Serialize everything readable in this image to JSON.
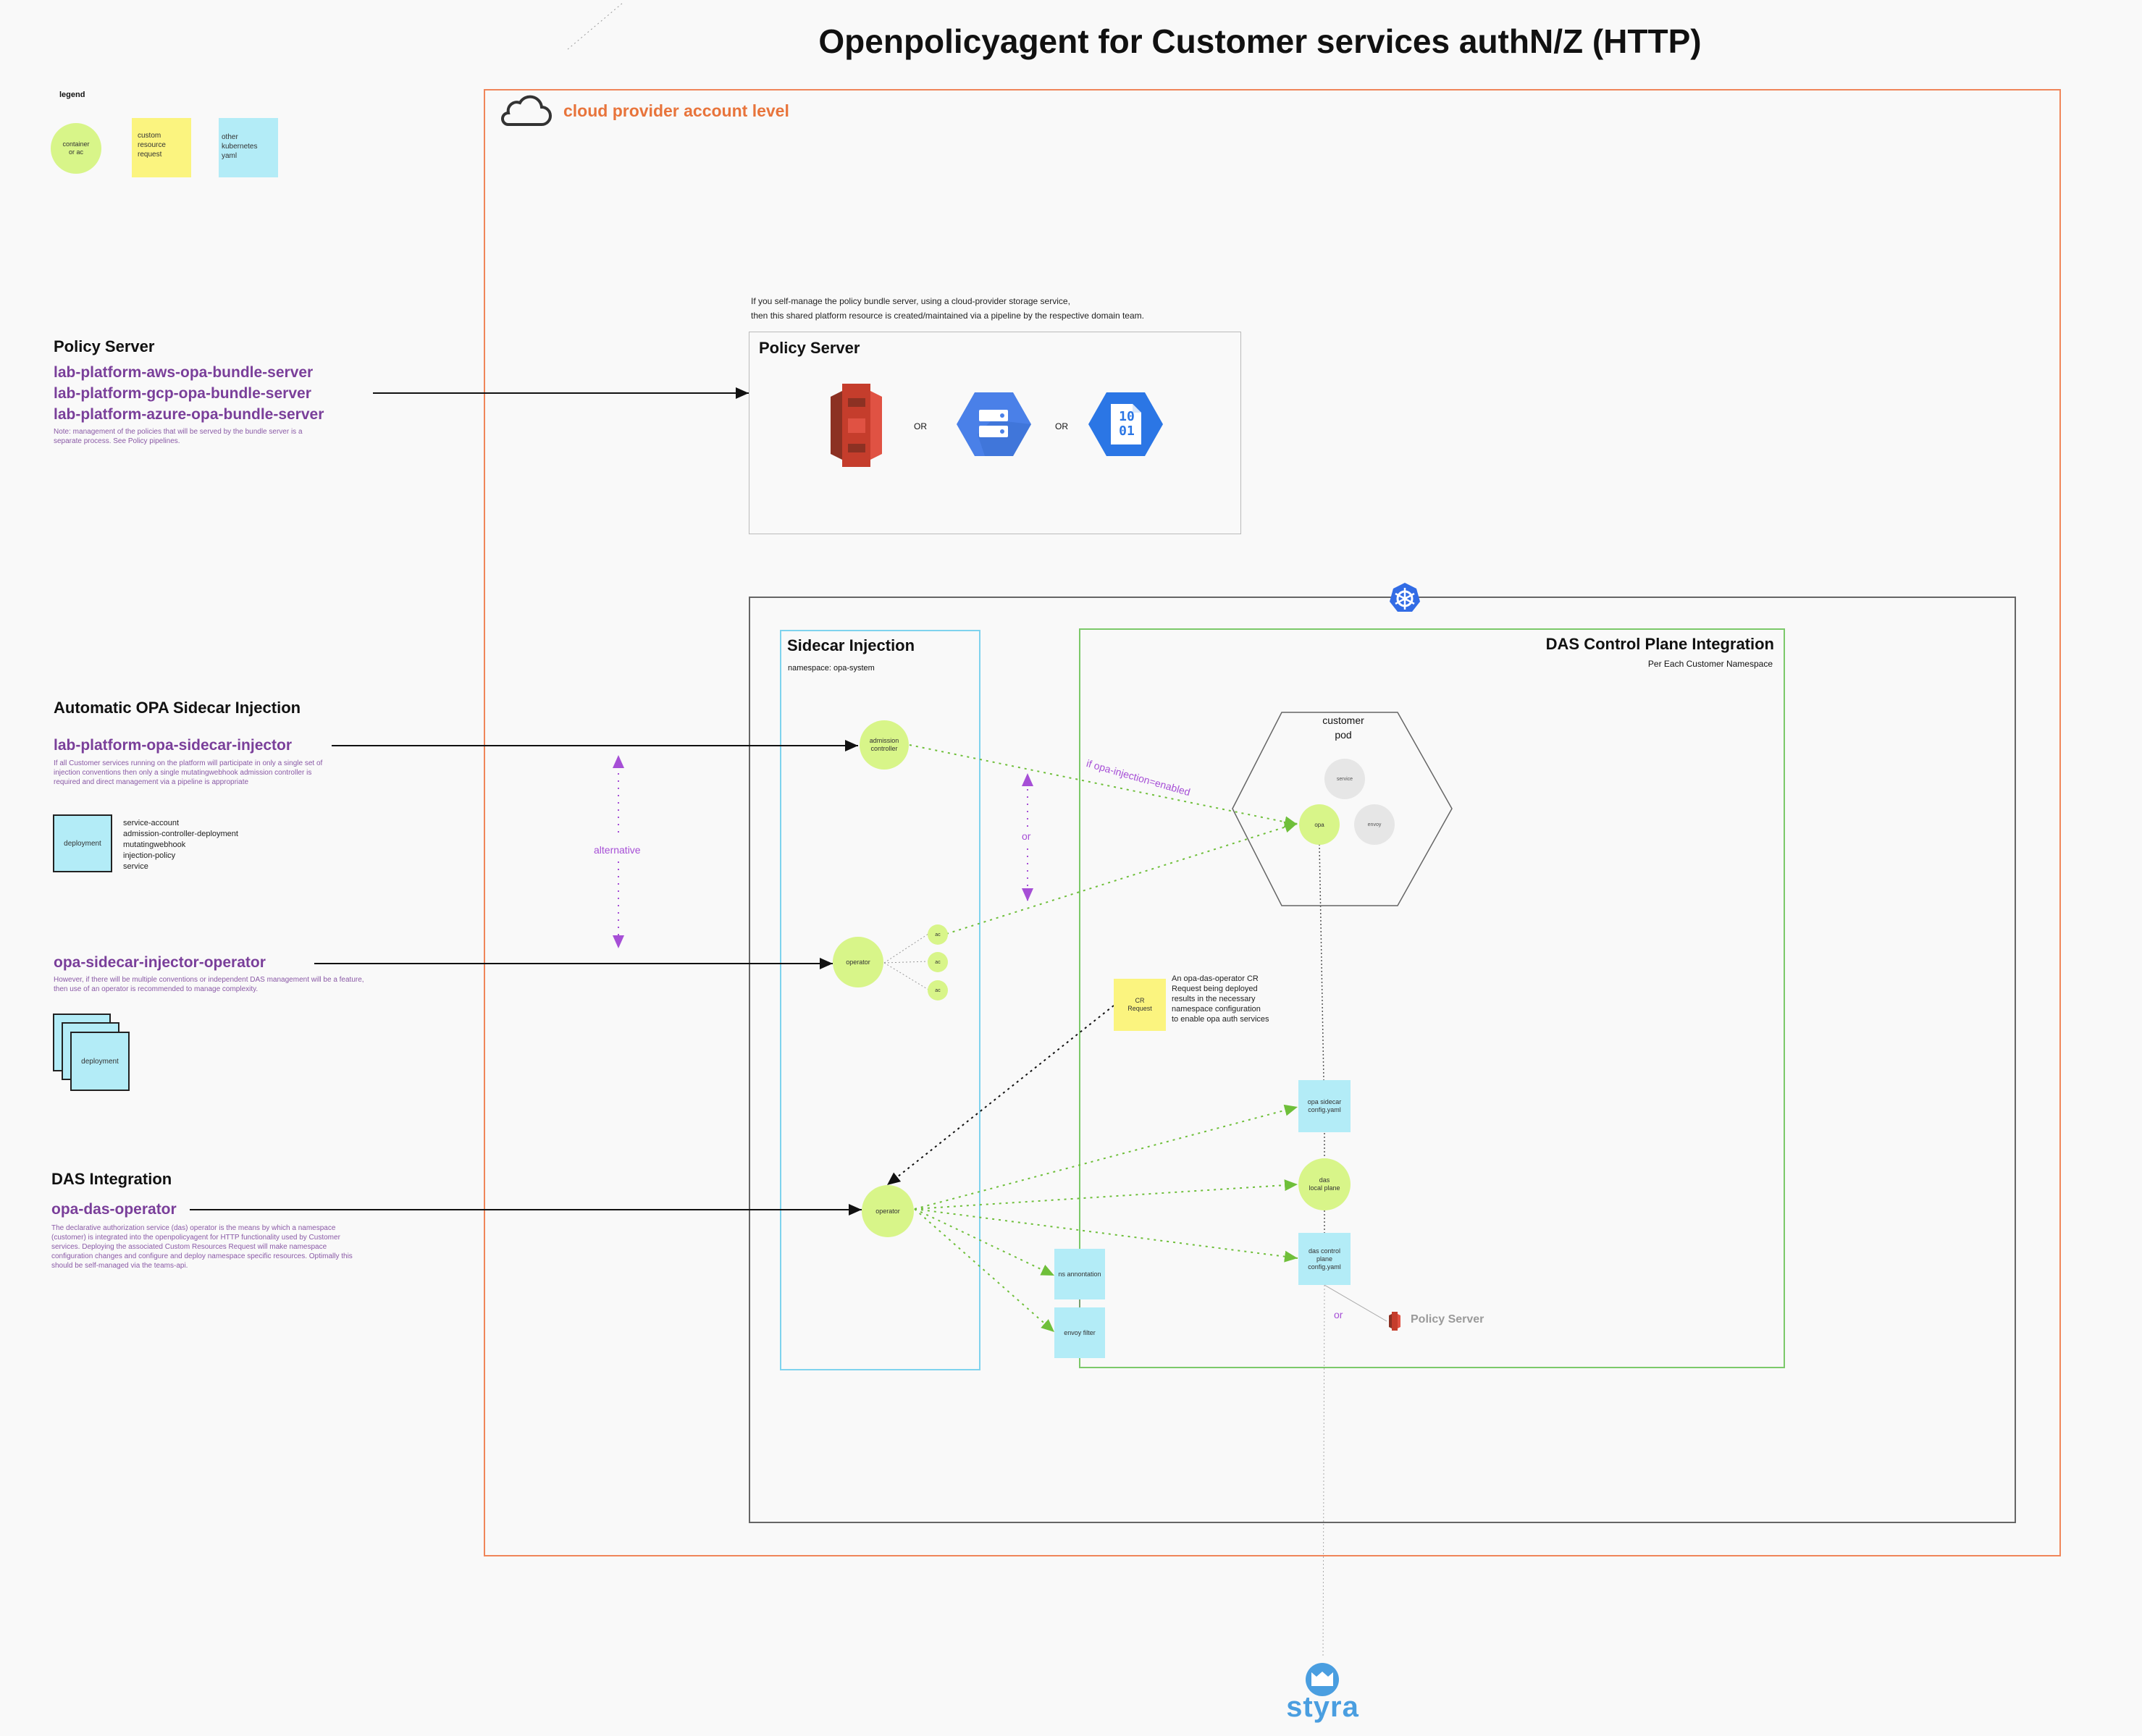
{
  "title": "Openpolicyagent for Customer services authN/Z (HTTP)",
  "legend": {
    "title": "legend",
    "container": "container\nor ac",
    "custom_resource": "custom\nresource\nrequest",
    "other_k8s": "other\nkubernetes\nyaml"
  },
  "cloud": {
    "label": "cloud provider account level"
  },
  "left": {
    "policy_server": {
      "heading": "Policy Server",
      "names": [
        "lab-platform-aws-opa-bundle-server",
        "lab-platform-gcp-opa-bundle-server",
        "lab-platform-azure-opa-bundle-server"
      ],
      "note": "Note: management of the policies that will be served by the bundle server is a separate process. See Policy pipelines."
    },
    "sidecar": {
      "heading": "Automatic OPA Sidecar Injection",
      "name": "lab-platform-opa-sidecar-injector",
      "note": "If all Customer services running on the platform will participate in only a single set of injection conventions then only a single mutatingwebhook admission controller is required and direct management via a pipeline is appropriate",
      "deployment_label": "deployment",
      "resources": [
        "service-account",
        "admission-controller-deployment",
        "mutatingwebhook",
        "injection-policy",
        "service"
      ],
      "alternative": "alternative"
    },
    "operator": {
      "name": "opa-sidecar-injector-operator",
      "note": "However, if there will be multiple conventions or independent DAS management will be a feature, then use of an operator is recommended to manage complexity.",
      "deployment_label": "deployment"
    },
    "das": {
      "heading": "DAS Integration",
      "name": "opa-das-operator",
      "note": "The declarative authorization service (das) operator is the means by which a namespace (customer) is integrated into the openpolicyagent for HTTP functionality used by Customer services. Deploying the associated Custom Resources Request will make namespace configuration changes and configure and deploy namespace specific resources. Optimally this should be self-managed via the teams-api."
    }
  },
  "policy_box": {
    "caption_line1": "If you self-manage the policy bundle server, using a cloud-provider storage service,",
    "caption_line2": "then this shared platform resource is created/maintained via a pipeline by the respective domain team.",
    "heading": "Policy Server",
    "or1": "OR",
    "or2": "OR",
    "blob_digits": "10\n01"
  },
  "sidecar_box": {
    "heading": "Sidecar Injection",
    "namespace": "namespace: opa-system",
    "admission_controller": "admission\ncontroller",
    "operator1": "operator",
    "ac_small": [
      "ac",
      "ac",
      "ac"
    ],
    "operator2": "operator"
  },
  "das_box": {
    "heading": "DAS Control Plane Integration",
    "subheading": "Per Each Customer Namespace",
    "pod_label": "customer\npod",
    "service": "service",
    "opa": "opa",
    "envoy": "envoy",
    "injection_label": "if opa-injection=enabled",
    "or_middle": "or",
    "cr_request": "CR\nRequest",
    "cr_note": "An opa-das-operator CR\nRequest being deployed\nresults in the necessary\nnamespace configuration\nto enable opa auth services",
    "opa_sidecar_config": "opa sidecar\nconfig.yaml",
    "das_local_plane": "das\nlocal plane",
    "das_control_plane_config": "das control\nplane\nconfig.yaml",
    "ns_annotation": "ns annontation",
    "envoy_filter": "envoy filter",
    "or_bottom": "or",
    "policy_server_small": "Policy Server"
  },
  "styra": {
    "label": "styra"
  },
  "colors": {
    "cloud_border": "#f0865a",
    "cloud_label": "#e8743b",
    "sidecar_border": "#7fd3ee",
    "das_border": "#7cc96a",
    "purple": "#7a3f9a",
    "container_green": "#d8f589",
    "yaml_blue": "#b3ecf7",
    "sticky_yellow": "#fbf47f"
  }
}
